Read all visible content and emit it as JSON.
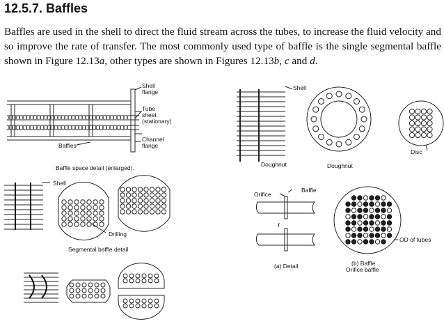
{
  "heading": "12.5.7. Baffles",
  "paragraph": {
    "part1": "Baffles are used in the shell to direct the fluid stream across the tubes, to increase the fluid velocity and so improve the rate of transfer. The most commonly used type of baffle is the single segmental baffle shown in Figure 12.13",
    "a": "a",
    "part2": ", other types are shown in Figures 12.13",
    "b": "b",
    "part3": ", ",
    "c": "c",
    "part4": " and ",
    "d": "d",
    "part5": "."
  },
  "figure": {
    "labels": {
      "shell_flange_1": "Shell",
      "shell_flange_2": "flange",
      "tube_sheet_1": "Tube",
      "tube_sheet_2": "sheet",
      "tube_sheet_3": "(stationary)",
      "channel_flange_1": "Channel",
      "channel_flange_2": "flange",
      "baffles": "Baffles",
      "baffle_space": "Baffle space detail (enlarged).",
      "shell_left": "Shell",
      "drilling": "Drilling",
      "segmental_detail": "Segmental baffle detail",
      "shell_top": "Shell",
      "doughnut_1": "Doughnut",
      "doughnut_2": "Doughnut",
      "disc": "Disc",
      "orifice": "Orifice",
      "baffle": "Baffle",
      "a_detail": "(a) Detail",
      "b_baffle": "(b) Baffle",
      "orifice_baffle": "Orifice baffle",
      "od_tubes": "OD of tubes"
    }
  }
}
